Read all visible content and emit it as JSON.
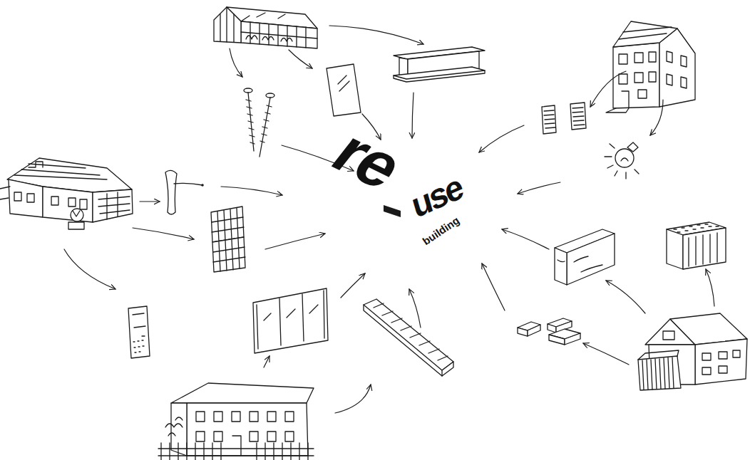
{
  "diagram": {
    "labels": [
      "re",
      "use",
      "building"
    ]
  }
}
